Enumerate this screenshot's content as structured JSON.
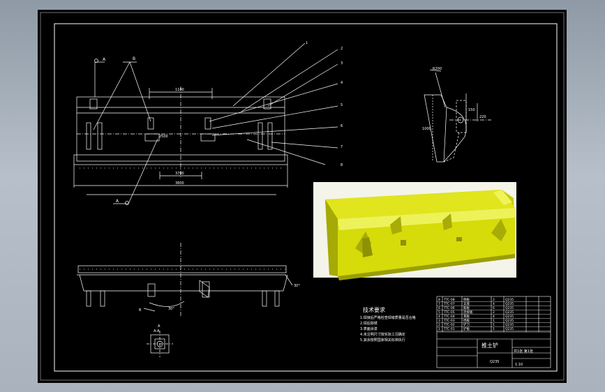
{
  "drawing": {
    "title": "推土铲",
    "scale": "1:10",
    "material": "Q235",
    "view_label_a": "A",
    "view_label_aa": "A-A",
    "view_label_b": "B",
    "dim_top": "1100",
    "dim_mid": "3700",
    "dim_overall": "3800",
    "dim_inner": "2500",
    "dim_side_h": "1000",
    "angle_label": "30°",
    "angle_label_2": "30°",
    "side_dims": [
      "R200",
      "150",
      "220"
    ],
    "balloons": [
      "1",
      "2",
      "3",
      "4",
      "5",
      "6",
      "7",
      "8"
    ]
  },
  "tech_requirements": {
    "heading": "技术要求",
    "lines": [
      "1.焊接后严格检查焊缝质量是否合格",
      "2.焊后除锈",
      "3.表面涂漆",
      "4.未注明尺寸按实际工况确定",
      "5.其余按照国家相关标准执行"
    ]
  },
  "parts_list": {
    "rows": [
      [
        "8",
        "TTC-08",
        "侧板",
        "2",
        "Q235"
      ],
      [
        "7",
        "TTC-07",
        "支座",
        "4",
        "Q235"
      ],
      [
        "6",
        "TTC-06",
        "筋板",
        "6",
        "Q235"
      ],
      [
        "5",
        "TTC-05",
        "连接板",
        "2",
        "Q235"
      ],
      [
        "4",
        "TTC-04",
        "耳板",
        "4",
        "Q235"
      ],
      [
        "3",
        "TTC-03",
        "挡板",
        "1",
        "Q235"
      ],
      [
        "2",
        "TTC-02",
        "铲刀",
        "1",
        "Q235"
      ],
      [
        "1",
        "TTC-01",
        "铲板",
        "1",
        "Q235"
      ]
    ]
  },
  "title_block": {
    "name": "推土铲",
    "scale": "1:10",
    "sheet": "共1张 第1张"
  },
  "colors": {
    "background": "#9aa5b1",
    "sheet": "#000000",
    "line": "#ffffff",
    "model_fill": "#d6db0a"
  }
}
